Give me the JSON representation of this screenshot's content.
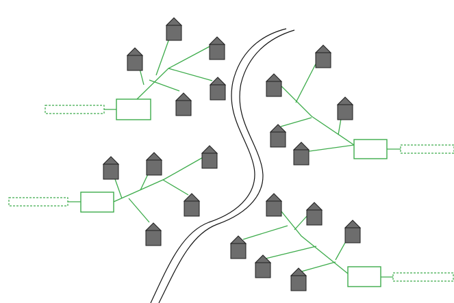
{
  "diagram": {
    "colors": {
      "link": "#3cab4a",
      "house": "#6d6d6d",
      "house_outline": "#1e1e1e",
      "river": "#111111"
    },
    "icons": {
      "house": "house-icon",
      "hub": "hub-box",
      "stub": "dashed-connection-box"
    },
    "clusters": 4,
    "houses_per_cluster": [
      5,
      5,
      5,
      6
    ]
  }
}
